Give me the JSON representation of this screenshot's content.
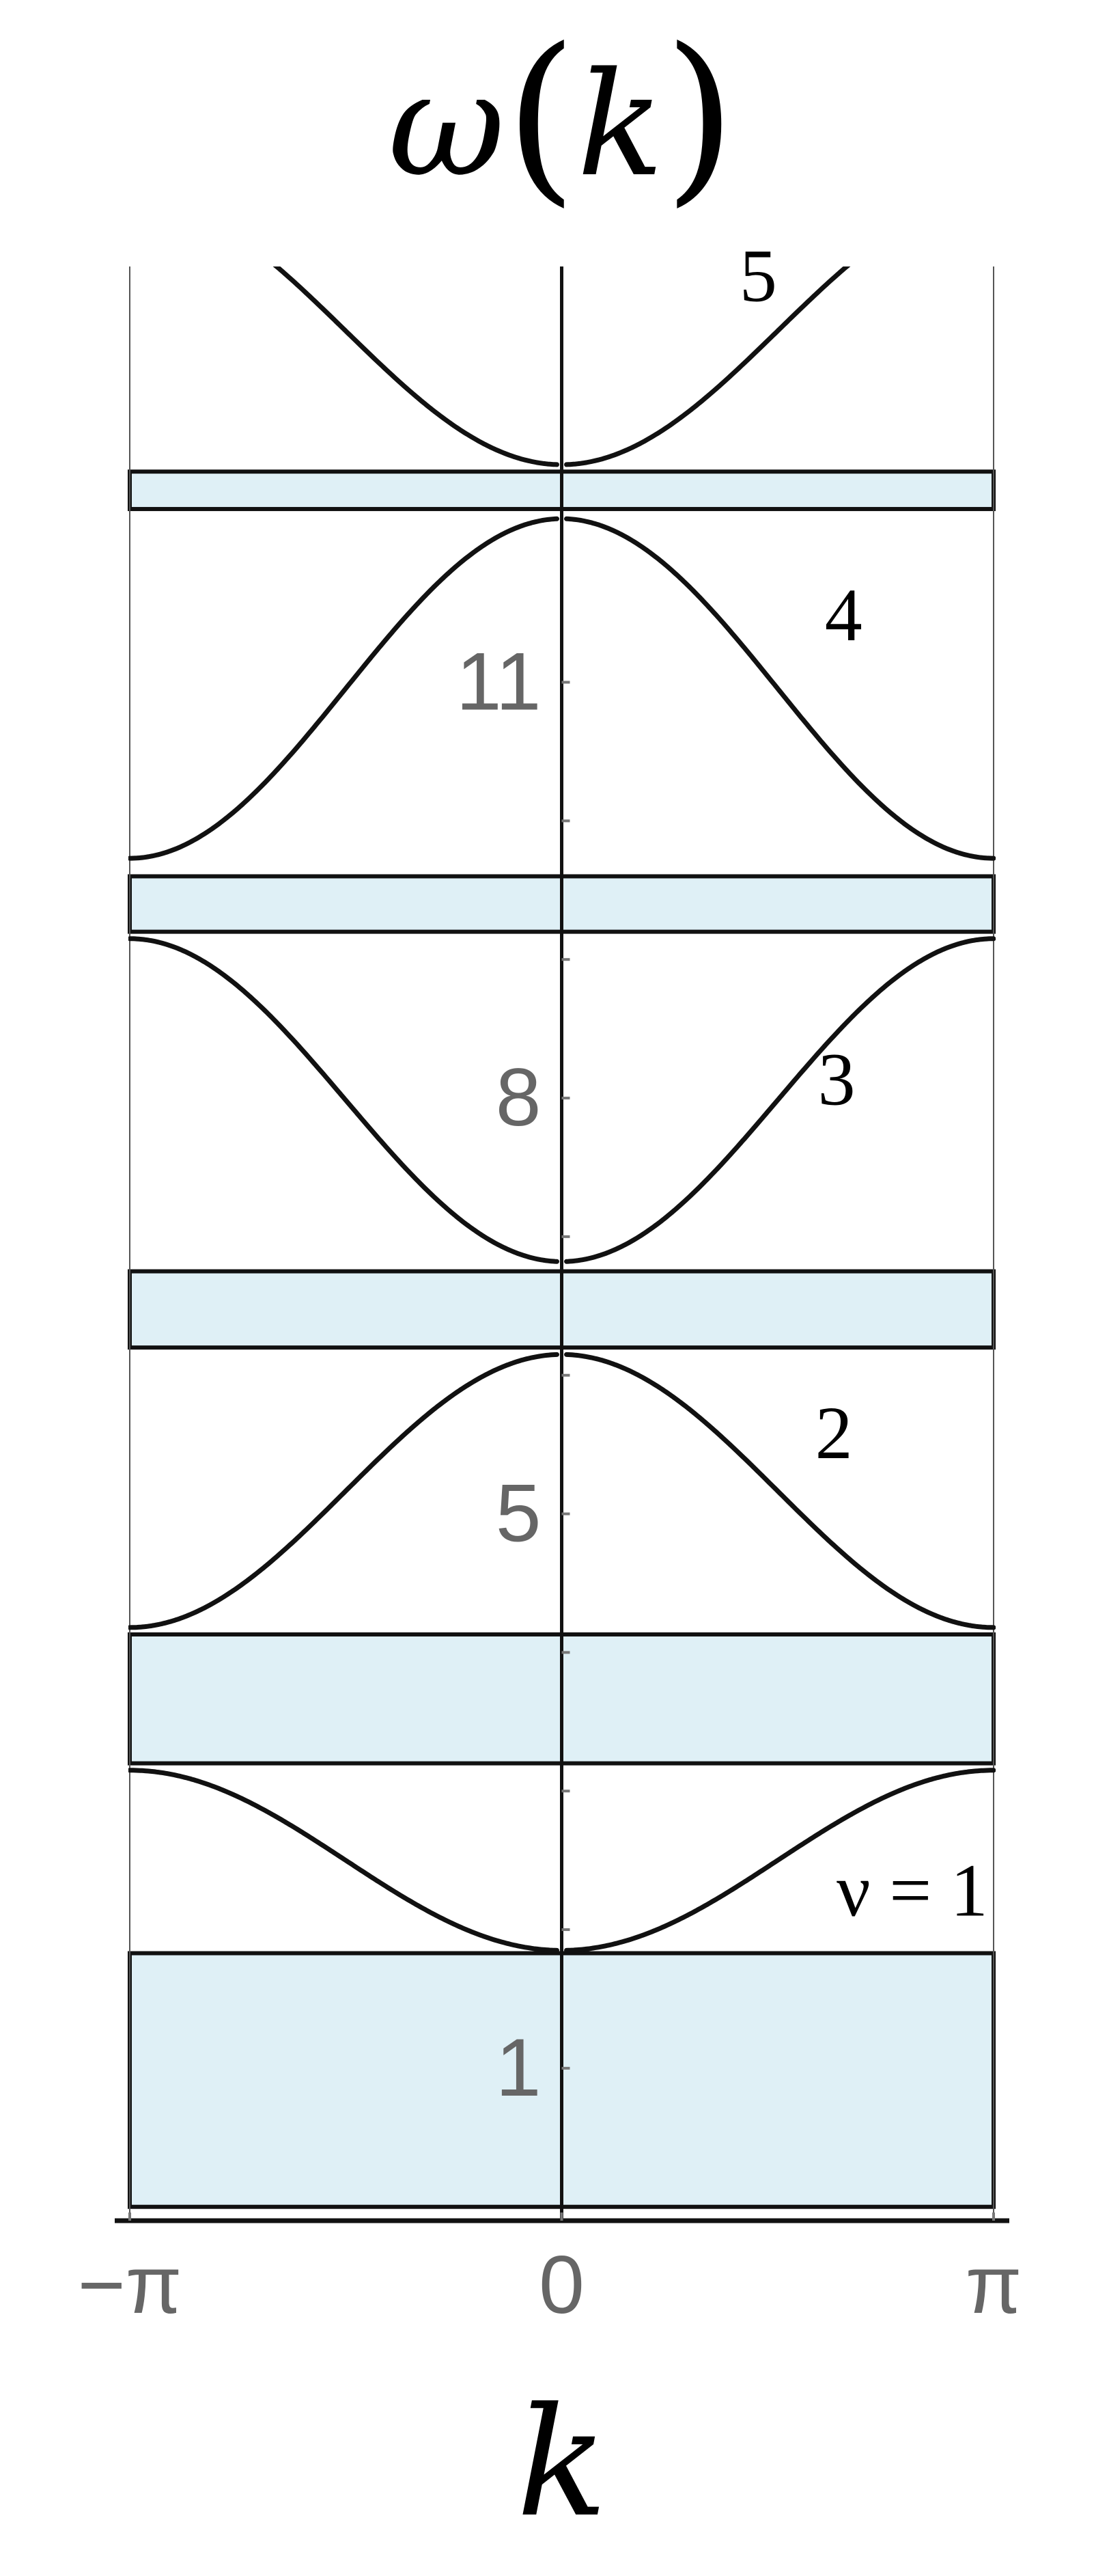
{
  "chart_data": {
    "type": "line",
    "title": "",
    "ylabel": {
      "symbol": "ω",
      "open": "(",
      "var": "k",
      "close": ")"
    },
    "xlabel": "k",
    "xlim": [
      -3.14159,
      3.14159
    ],
    "ylim": [
      -0.1,
      14.0
    ],
    "x_ticks": [
      {
        "value": -3.14159,
        "label": "−π"
      },
      {
        "value": 0,
        "label": "0"
      },
      {
        "value": 3.14159,
        "label": "π"
      }
    ],
    "y_ticks": [
      {
        "value": 1,
        "label": "1"
      },
      {
        "value": 2,
        "label": ""
      },
      {
        "value": 3,
        "label": ""
      },
      {
        "value": 4,
        "label": ""
      },
      {
        "value": 5,
        "label": "5"
      },
      {
        "value": 6,
        "label": ""
      },
      {
        "value": 7,
        "label": ""
      },
      {
        "value": 8,
        "label": "8"
      },
      {
        "value": 9,
        "label": ""
      },
      {
        "value": 10,
        "label": ""
      },
      {
        "value": 11,
        "label": "11"
      }
    ],
    "gaps": [
      {
        "ymin": 0.0,
        "ymax": 1.83
      },
      {
        "ymin": 3.2,
        "ymax": 4.13
      },
      {
        "ymin": 6.2,
        "ymax": 6.75
      },
      {
        "ymin": 9.2,
        "ymax": 9.6
      },
      {
        "ymin": 12.25,
        "ymax": 12.52
      }
    ],
    "bands": [
      {
        "label": "ν = 1",
        "min": 1.85,
        "max": 3.15,
        "min_at": "center",
        "label_pos": [
          2.55,
          2.25
        ]
      },
      {
        "label": "2",
        "min": 4.18,
        "max": 6.15,
        "min_at": "edge",
        "label_pos": [
          1.98,
          5.55
        ]
      },
      {
        "label": "3",
        "min": 6.82,
        "max": 9.15,
        "min_at": "center",
        "label_pos": [
          2.0,
          8.1
        ]
      },
      {
        "label": "4",
        "min": 9.73,
        "max": 12.18,
        "min_at": "edge",
        "label_pos": [
          2.05,
          11.45
        ]
      },
      {
        "label": "5",
        "min": 12.57,
        "max": 14.5,
        "min_at": "center",
        "label_pos": [
          1.43,
          13.9
        ]
      }
    ]
  }
}
